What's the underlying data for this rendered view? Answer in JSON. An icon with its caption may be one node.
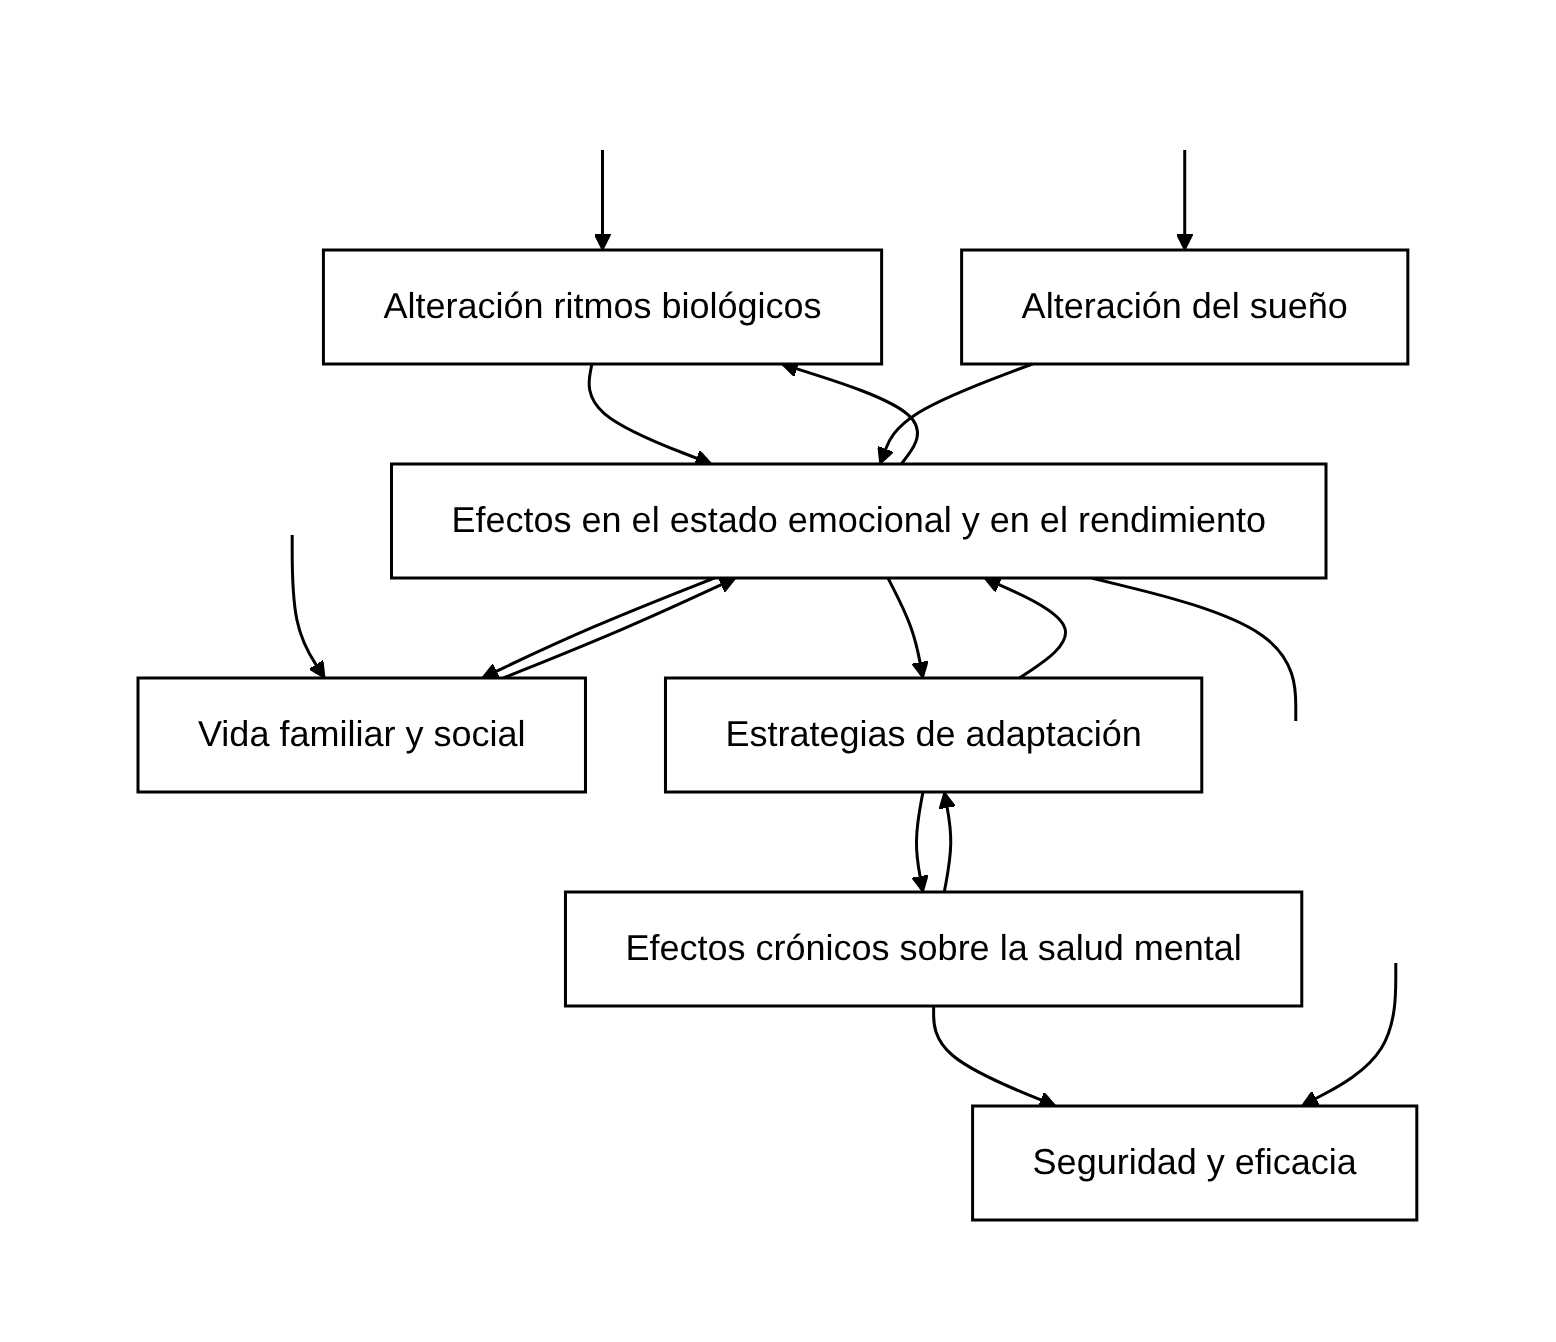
{
  "diagram": {
    "nodes": [
      {
        "text": [
          "Alteración ritmos biológicos"
        ]
      },
      {
        "text": [
          "Alteración del sueño"
        ]
      },
      {
        "text": [
          "Vida familiar y social"
        ]
      },
      {
        "text": [
          "Efectos en el estado emocional y en el rendimiento"
        ]
      },
      {
        "text": [
          "Estrategias de adaptación"
        ]
      },
      {
        "text": [
          "Efectos crónicos sobre la salud mental"
        ]
      },
      {
        "text": [
          "Seguridad y eficacia"
        ]
      }
    ],
    "edges": [
      {
        "from": null,
        "to": 0,
        "arrow": "to"
      },
      {
        "from": null,
        "to": 1,
        "arrow": "to"
      },
      {
        "from": null,
        "to": 2,
        "arrow": "to"
      },
      {
        "from": 0,
        "to": 3,
        "arrow": "to"
      },
      {
        "from": 3,
        "to": 0,
        "arrow": "to"
      },
      {
        "from": 1,
        "to": 3,
        "arrow": "to"
      },
      {
        "from": 2,
        "to": 3,
        "arrow": "to"
      },
      {
        "from": 3,
        "to": 2,
        "arrow": "to"
      },
      {
        "from": 3,
        "to": 4,
        "arrow": "to"
      },
      {
        "from": 4,
        "to": 3,
        "arrow": "to"
      },
      {
        "from": 4,
        "to": 5,
        "arrow": "to"
      },
      {
        "from": 5,
        "to": 4,
        "arrow": "to"
      },
      {
        "from": 5,
        "to": 6,
        "arrow": "to"
      },
      {
        "from": 3,
        "to": null,
        "arrow": "none"
      },
      {
        "from": null,
        "to": 6,
        "arrow": "to"
      }
    ]
  }
}
